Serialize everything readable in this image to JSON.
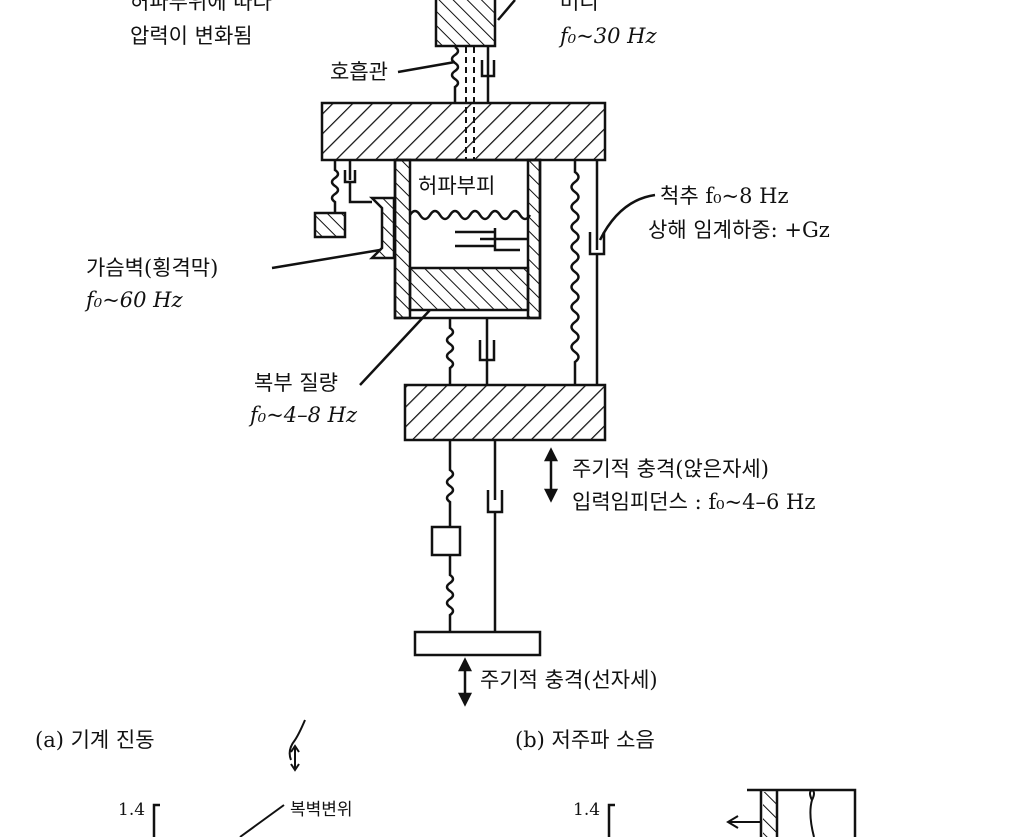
{
  "labels": {
    "lung_pressure_1": "허파부위에 따라",
    "lung_pressure_2": "압력이 변화됨",
    "head": "머리",
    "head_freq": "f₀~30 Hz",
    "breathing_tube": "호흡관",
    "lung_volume": "허파부피",
    "spine": "척추  f₀~8 Hz",
    "spine_load": "상해 임계하중: +Gz",
    "chest_wall": "가슴벽(횡격막)",
    "chest_wall_freq": "f₀~60 Hz",
    "abdominal_mass": "복부 질량",
    "abdominal_freq": "f₀~4–8 Hz",
    "seated_impact": "주기적 충격(앉은자세)",
    "input_impedance": "입력임피던스 : f₀~4–6 Hz",
    "standing_impact": "주기적 충격(선자세)",
    "caption_a": "(a) 기계 진동",
    "caption_b": "(b) 저주파 소음",
    "axis_a_top": "1.4",
    "abdominal_wall_disp": "복벽변위",
    "axis_b_top": "1.4"
  }
}
